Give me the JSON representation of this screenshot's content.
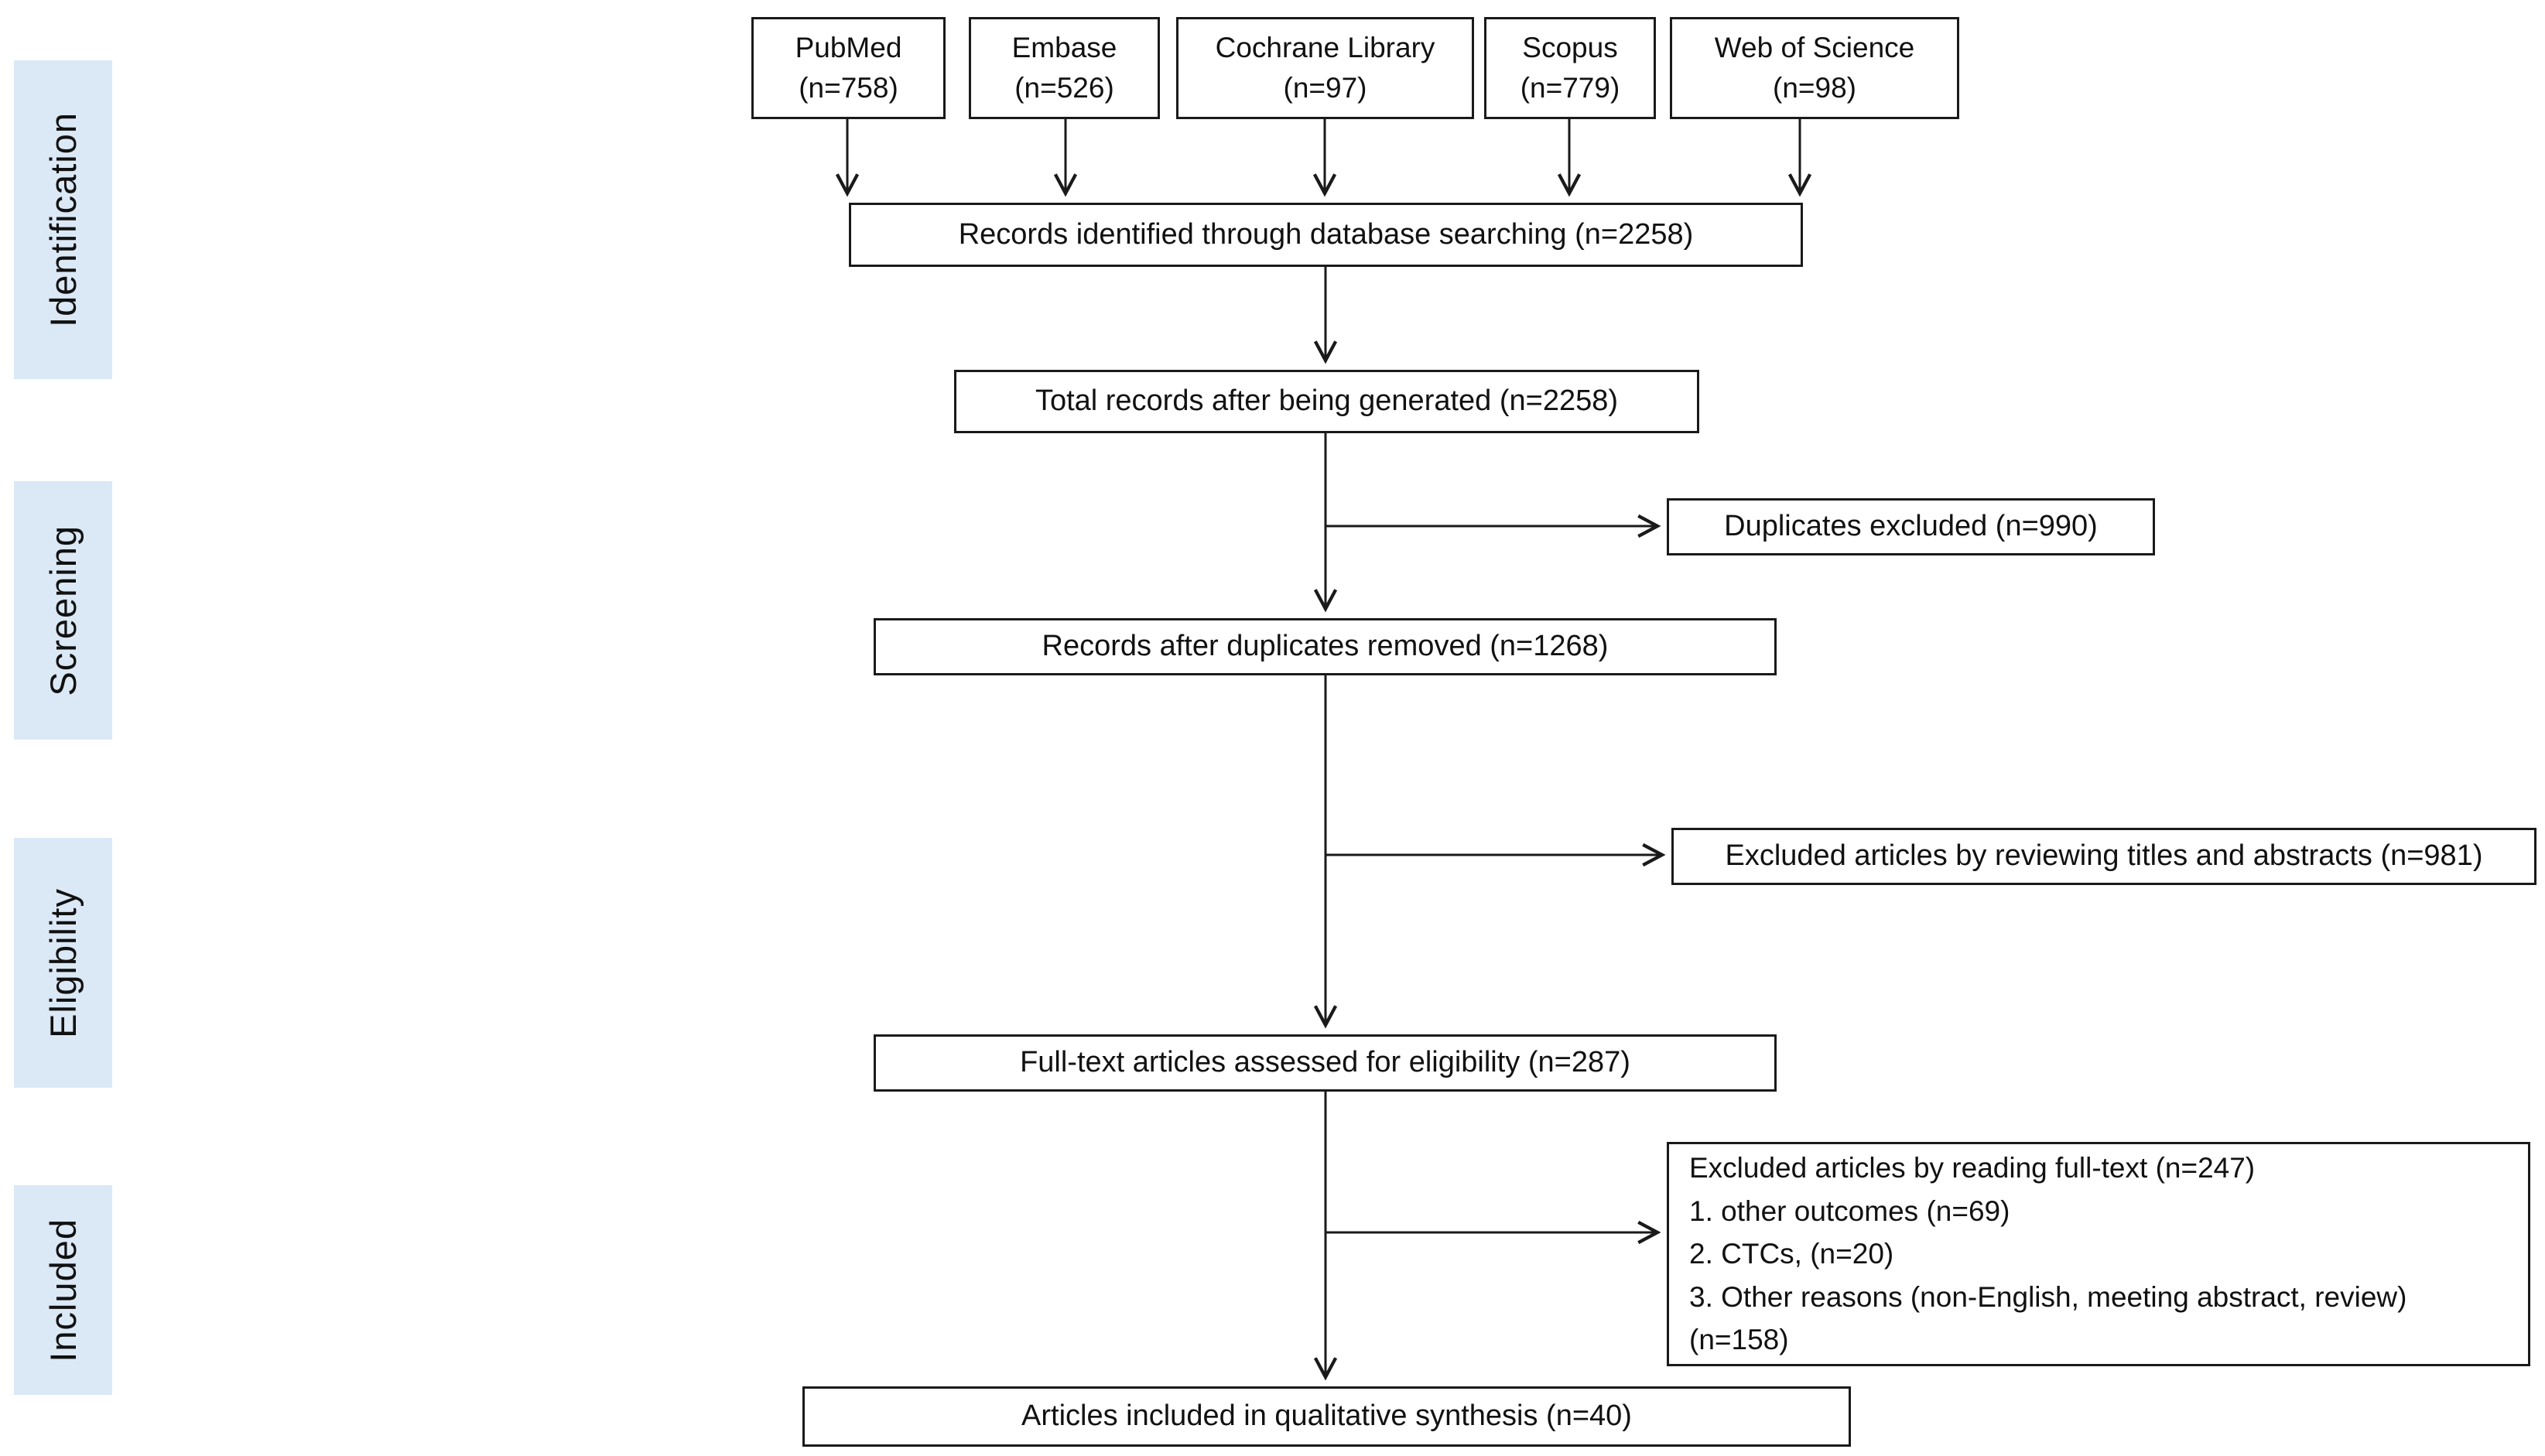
{
  "stages": [
    {
      "label": "Identification"
    },
    {
      "label": "Screening"
    },
    {
      "label": "Eligibility"
    },
    {
      "label": "Included"
    }
  ],
  "sources": [
    {
      "name": "PubMed",
      "count": "(n=758)"
    },
    {
      "name": "Embase",
      "count": "(n=526)"
    },
    {
      "name": "Cochrane Library",
      "count": "(n=97)"
    },
    {
      "name": "Scopus",
      "count": "(n=779)"
    },
    {
      "name": "Web of Science",
      "count": "(n=98)"
    }
  ],
  "nodes": {
    "records_identified": {
      "label": "Records identified through database searching (n=2258)"
    },
    "total_records": {
      "label": "Total records after being generated (n=2258)"
    },
    "duplicates_excluded": {
      "label": "Duplicates excluded (n=990)"
    },
    "records_after_duplicates": {
      "label": "Records after duplicates removed (n=1268)"
    },
    "excluded_title_abstract": {
      "label": "Excluded articles by reviewing titles and abstracts (n=981)"
    },
    "fulltext_assessed": {
      "label": "Full-text articles assessed for eligibility (n=287)"
    },
    "excluded_fulltext": {
      "lines": [
        "Excluded articles by reading full-text (n=247)",
        "1. other outcomes (n=69)",
        "2. CTCs, (n=20)",
        "3. Other reasons (non-English, meeting abstract, review)",
        "(n=158)"
      ]
    },
    "included_qualitative": {
      "label": "Articles included in qualitative synthesis (n=40)"
    }
  },
  "colors": {
    "stage_band_background": "#dbe8f5",
    "box_border": "#1a1a1a",
    "text": "#111111",
    "page_background": "#ffffff"
  }
}
